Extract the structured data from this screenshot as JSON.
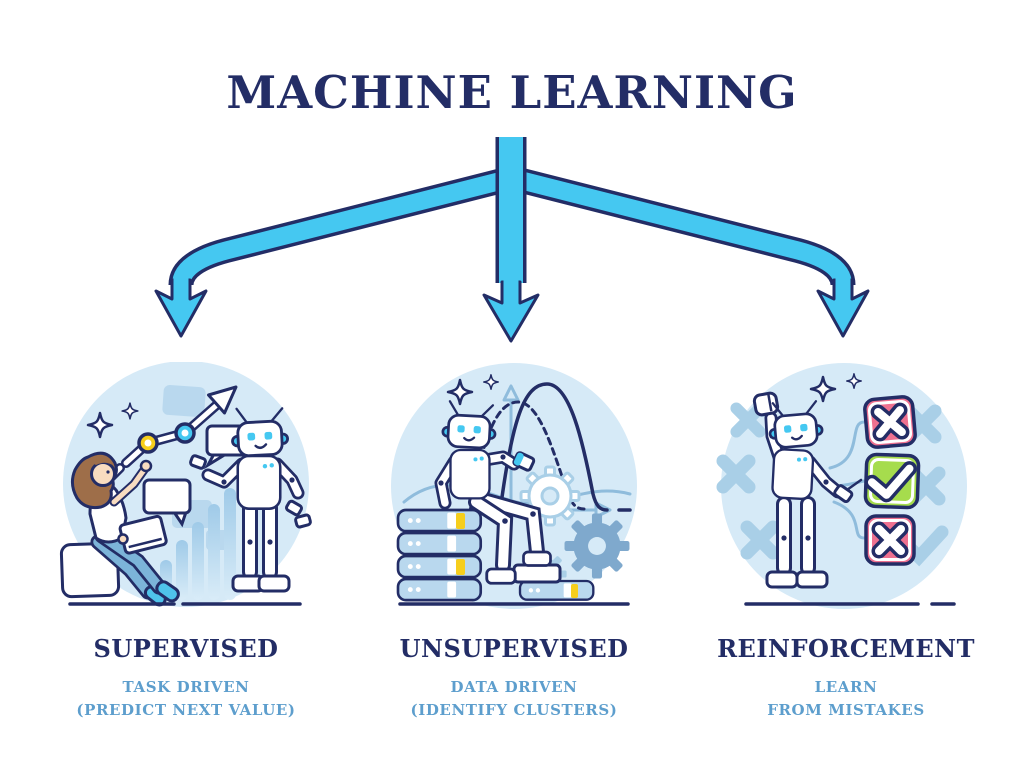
{
  "title": "MACHINE LEARNING",
  "colors": {
    "heading_navy": "#232d66",
    "arrow_cyan": "#45c8f1",
    "circle_background": "#d6eaf7",
    "subtitle_blue": "#5d9ecd",
    "ghost_blue": "#a9cfe7",
    "accent_yellow": "#f6ce1c",
    "correct_green": "#a6dc4d",
    "incorrect_pink": "#ee7190"
  },
  "arrows": {
    "branch_count": 3,
    "direction": "down"
  },
  "branches": [
    {
      "id": "supervised",
      "label": "SUPERVISED",
      "subtitle_line1": "TASK DRIVEN",
      "subtitle_line2": "(PREDICT NEXT VALUE)",
      "illustration_alt": "Woman with laptop teaching a robot beside a rising trend arrow and bar chart"
    },
    {
      "id": "unsupervised",
      "label": "UNSUPERVISED",
      "subtitle_line1": "DATA DRIVEN",
      "subtitle_line2": "(IDENTIFY CLUSTERS)",
      "illustration_alt": "Robot sitting on data servers in front of a bell-curve distribution and gears"
    },
    {
      "id": "reinforcement",
      "label": "REINFORCEMENT",
      "subtitle_line1": "LEARN",
      "subtitle_line2": "FROM MISTAKES",
      "illustration_alt": "Robot choosing between crossed-out boxes and a green checkmark box"
    }
  ],
  "icons": {
    "sparkle": "four-point-star",
    "trend_arrow": "rising-arrow-with-nodes",
    "robot": "outline-robot",
    "servers": "stacked-data-servers",
    "bell_curve": "gaussian-distribution",
    "gear": "eight-tooth-gear",
    "checkbox_x": "crossed-box",
    "checkbox_check": "checked-box"
  }
}
